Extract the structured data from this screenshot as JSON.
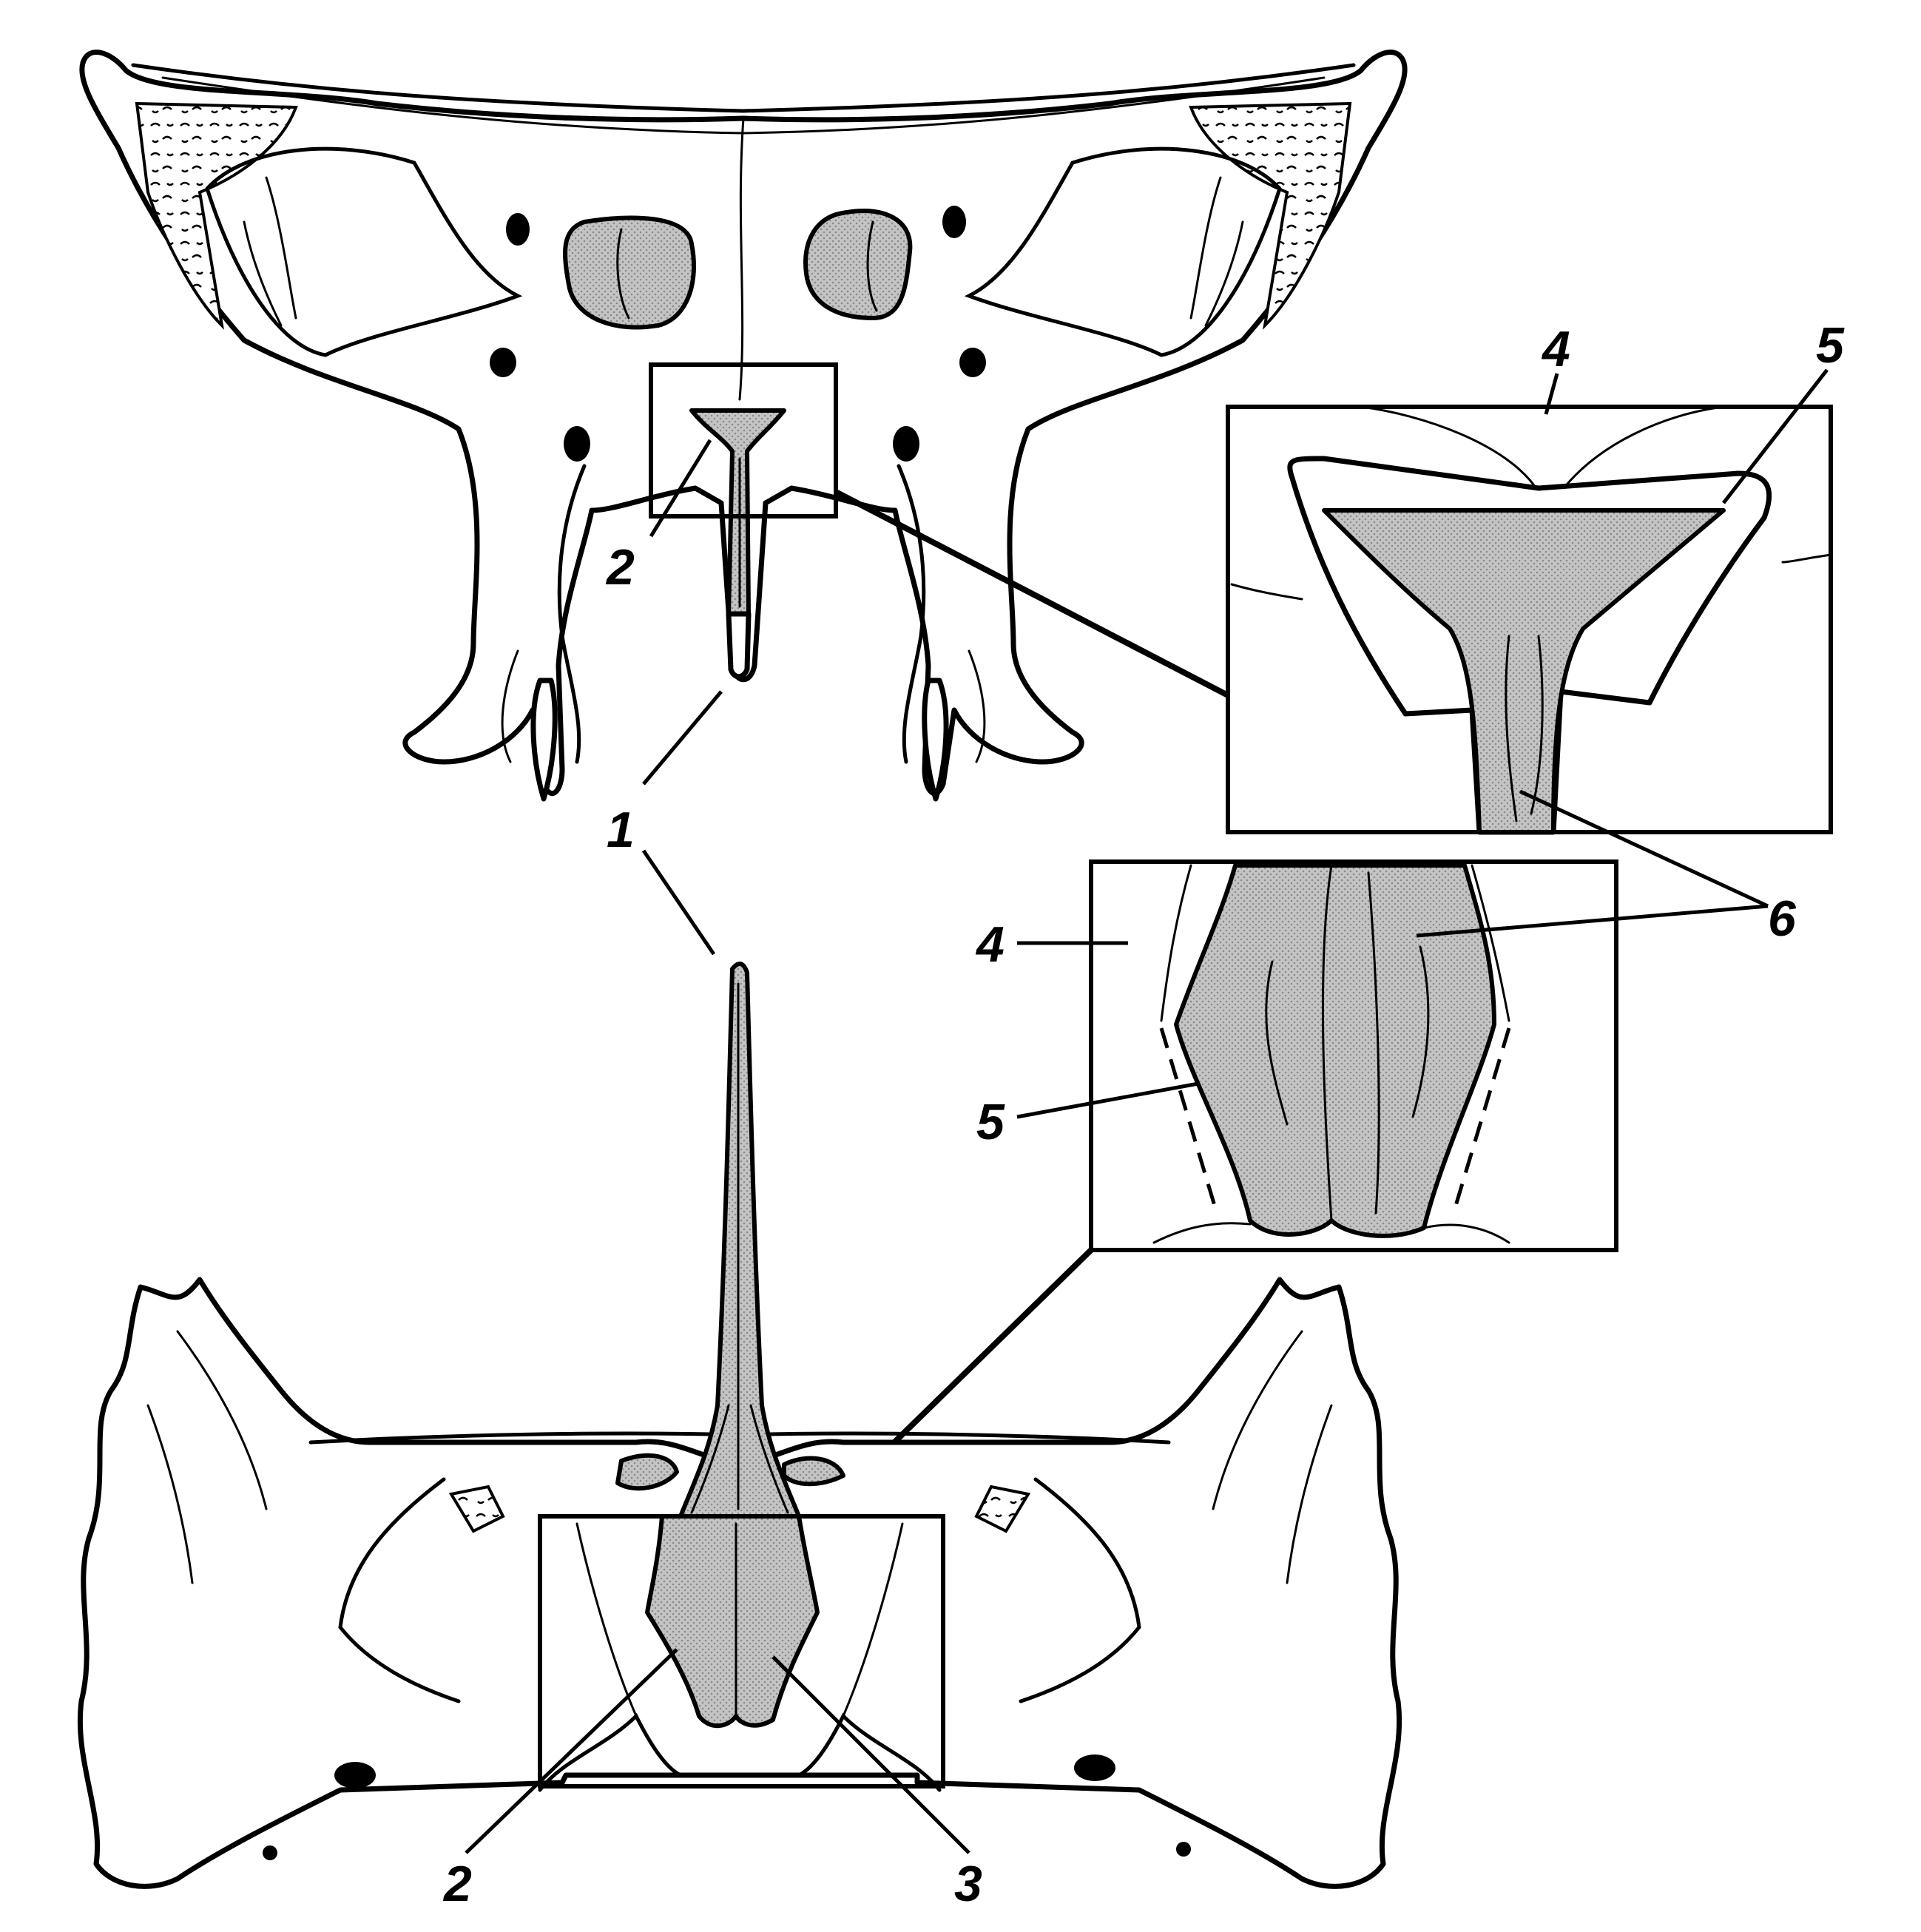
{
  "labels": {
    "l1": "1",
    "l2_top": "2",
    "l2_bottom": "2",
    "l3": "3",
    "l4_zoom1": "4",
    "l5_zoom1": "5",
    "l6": "6",
    "l4_zoom2": "4",
    "l5_zoom2": "5"
  },
  "colors": {
    "ink": "#000000",
    "paper": "#ffffff",
    "shading": "#b8b8b8"
  }
}
